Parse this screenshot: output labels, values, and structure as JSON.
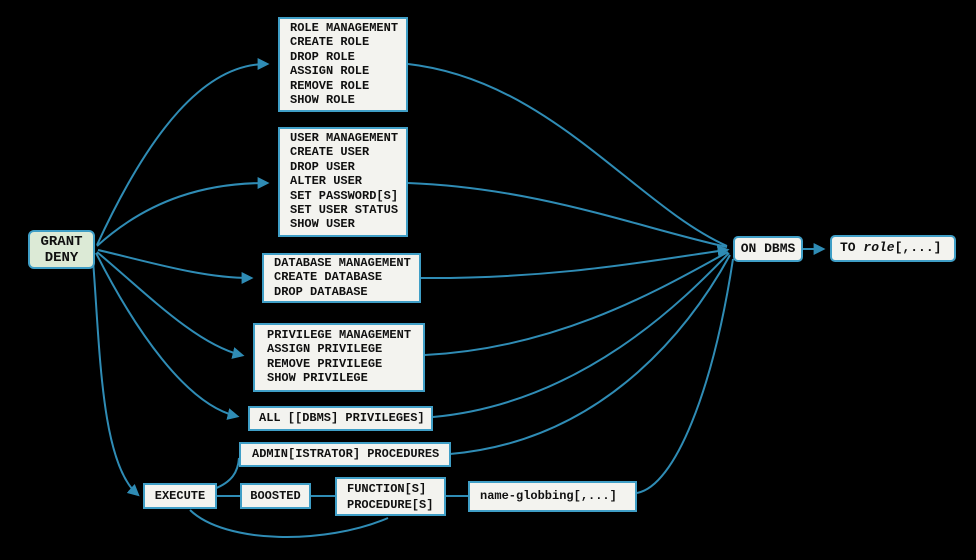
{
  "diagram": {
    "title_semantic": "GRANT/DENY DBMS privilege syntax diagram",
    "colors": {
      "background": "#000000",
      "edge": "#2f8cb5",
      "box_border": "#3f9ec6",
      "box_fill": "#f3f3ef",
      "start_fill": "#dcead6",
      "text": "#101010"
    },
    "nodes": {
      "grant_deny": {
        "lines": [
          "GRANT",
          "DENY"
        ]
      },
      "role": {
        "lines": [
          "ROLE MANAGEMENT",
          "CREATE ROLE",
          "DROP ROLE",
          "ASSIGN ROLE",
          "REMOVE ROLE",
          "SHOW ROLE"
        ]
      },
      "user": {
        "lines": [
          "USER MANAGEMENT",
          "CREATE USER",
          "DROP USER",
          "ALTER USER",
          "SET PASSWORD[S]",
          "SET USER STATUS",
          "SHOW USER"
        ]
      },
      "database": {
        "lines": [
          "DATABASE MANAGEMENT",
          "CREATE DATABASE",
          "DROP DATABASE"
        ]
      },
      "privilege": {
        "lines": [
          "PRIVILEGE MANAGEMENT",
          "ASSIGN PRIVILEGE",
          "REMOVE PRIVILEGE",
          "SHOW PRIVILEGE"
        ]
      },
      "all_privileges": {
        "label": "ALL [[DBMS] PRIVILEGES]"
      },
      "admin_procedures": {
        "label": "ADMIN[ISTRATOR] PROCEDURES"
      },
      "execute": {
        "label": "EXECUTE"
      },
      "boosted": {
        "label": "BOOSTED"
      },
      "function_procedure": {
        "lines": [
          "FUNCTION[S]",
          "PROCEDURE[S]"
        ]
      },
      "name_globbing": {
        "label": "name-globbing[,...]"
      },
      "on_dbms": {
        "label": "ON DBMS"
      },
      "to_role": {
        "prefix": "TO ",
        "variable": "role",
        "suffix": "[,...]"
      }
    }
  }
}
